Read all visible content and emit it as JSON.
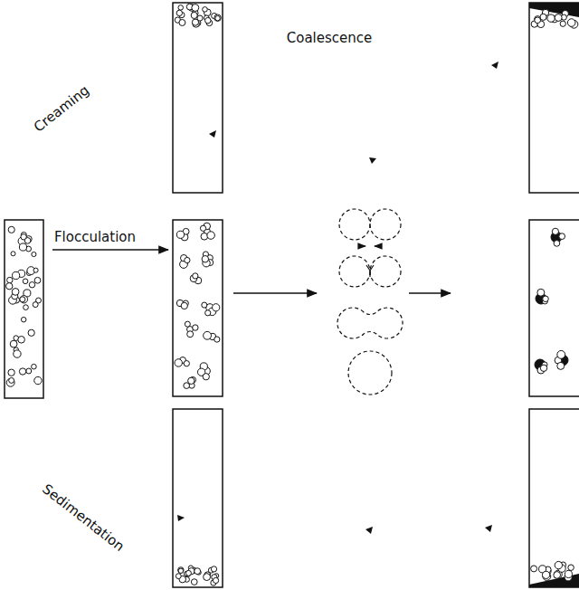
{
  "diagram": {
    "labels": [
      "Creaming",
      "Flocculation",
      "Coalescence",
      "Sedimentation"
    ]
  }
}
